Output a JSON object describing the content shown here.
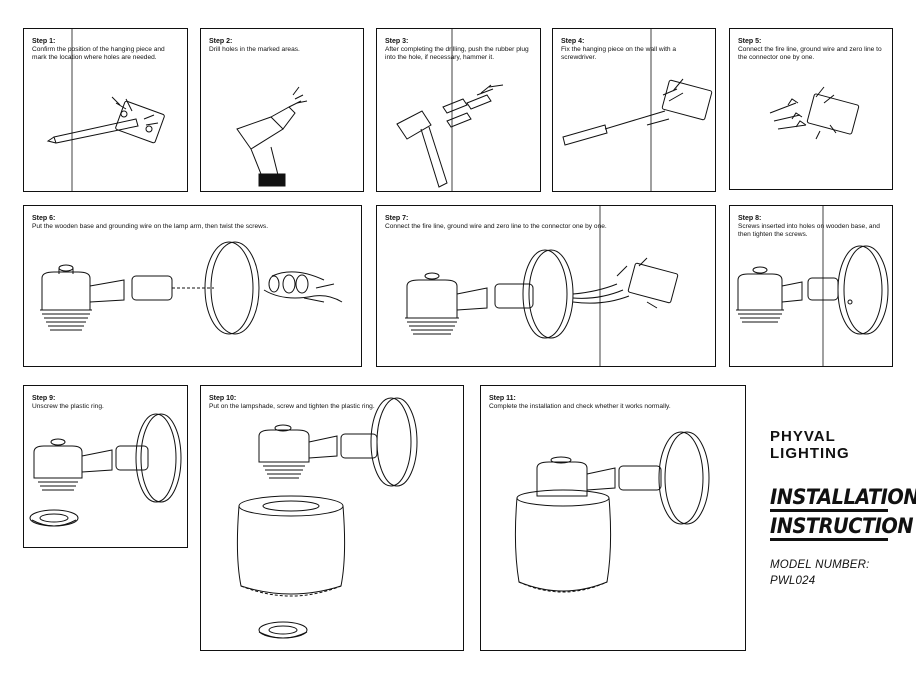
{
  "steps": [
    {
      "title": "Step 1:",
      "text": "Confirm the position of the hanging piece and mark the location where holes are needed."
    },
    {
      "title": "Step 2:",
      "text": "Drill holes in the marked areas."
    },
    {
      "title": "Step 3:",
      "text": "After completing the drilling, push the rubber plug into the hole, if necessary, hammer it."
    },
    {
      "title": "Step 4:",
      "text": "Fix the hanging piece on the wall with a screwdriver."
    },
    {
      "title": "Step 5:",
      "text": "Connect the fire line, ground wire and zero line to the connector one by one."
    },
    {
      "title": "Step 6:",
      "text": "Put the wooden base and grounding wire on the lamp arm, then twist the screws."
    },
    {
      "title": "Step 7:",
      "text": "Connect the fire line, ground wire and zero line to the connector one by one."
    },
    {
      "title": "Step 8:",
      "text": "Screws inserted into holes on wooden base, and then tighten the screws."
    },
    {
      "title": "Step 9:",
      "text": "Unscrew the plastic ring."
    },
    {
      "title": "Step 10:",
      "text": "Put on the lampshade, screw and tighten the plastic ring."
    },
    {
      "title": "Step 11:",
      "text": "Complete the installation and check whether it works normally."
    }
  ],
  "brand": {
    "line1": "PHYVAL",
    "line2": "LIGHTING"
  },
  "heading": {
    "line1": "INSTALLATION",
    "line2": "INSTRUCTION"
  },
  "model": {
    "label": "MODEL NUMBER:",
    "value": "PWL024"
  }
}
